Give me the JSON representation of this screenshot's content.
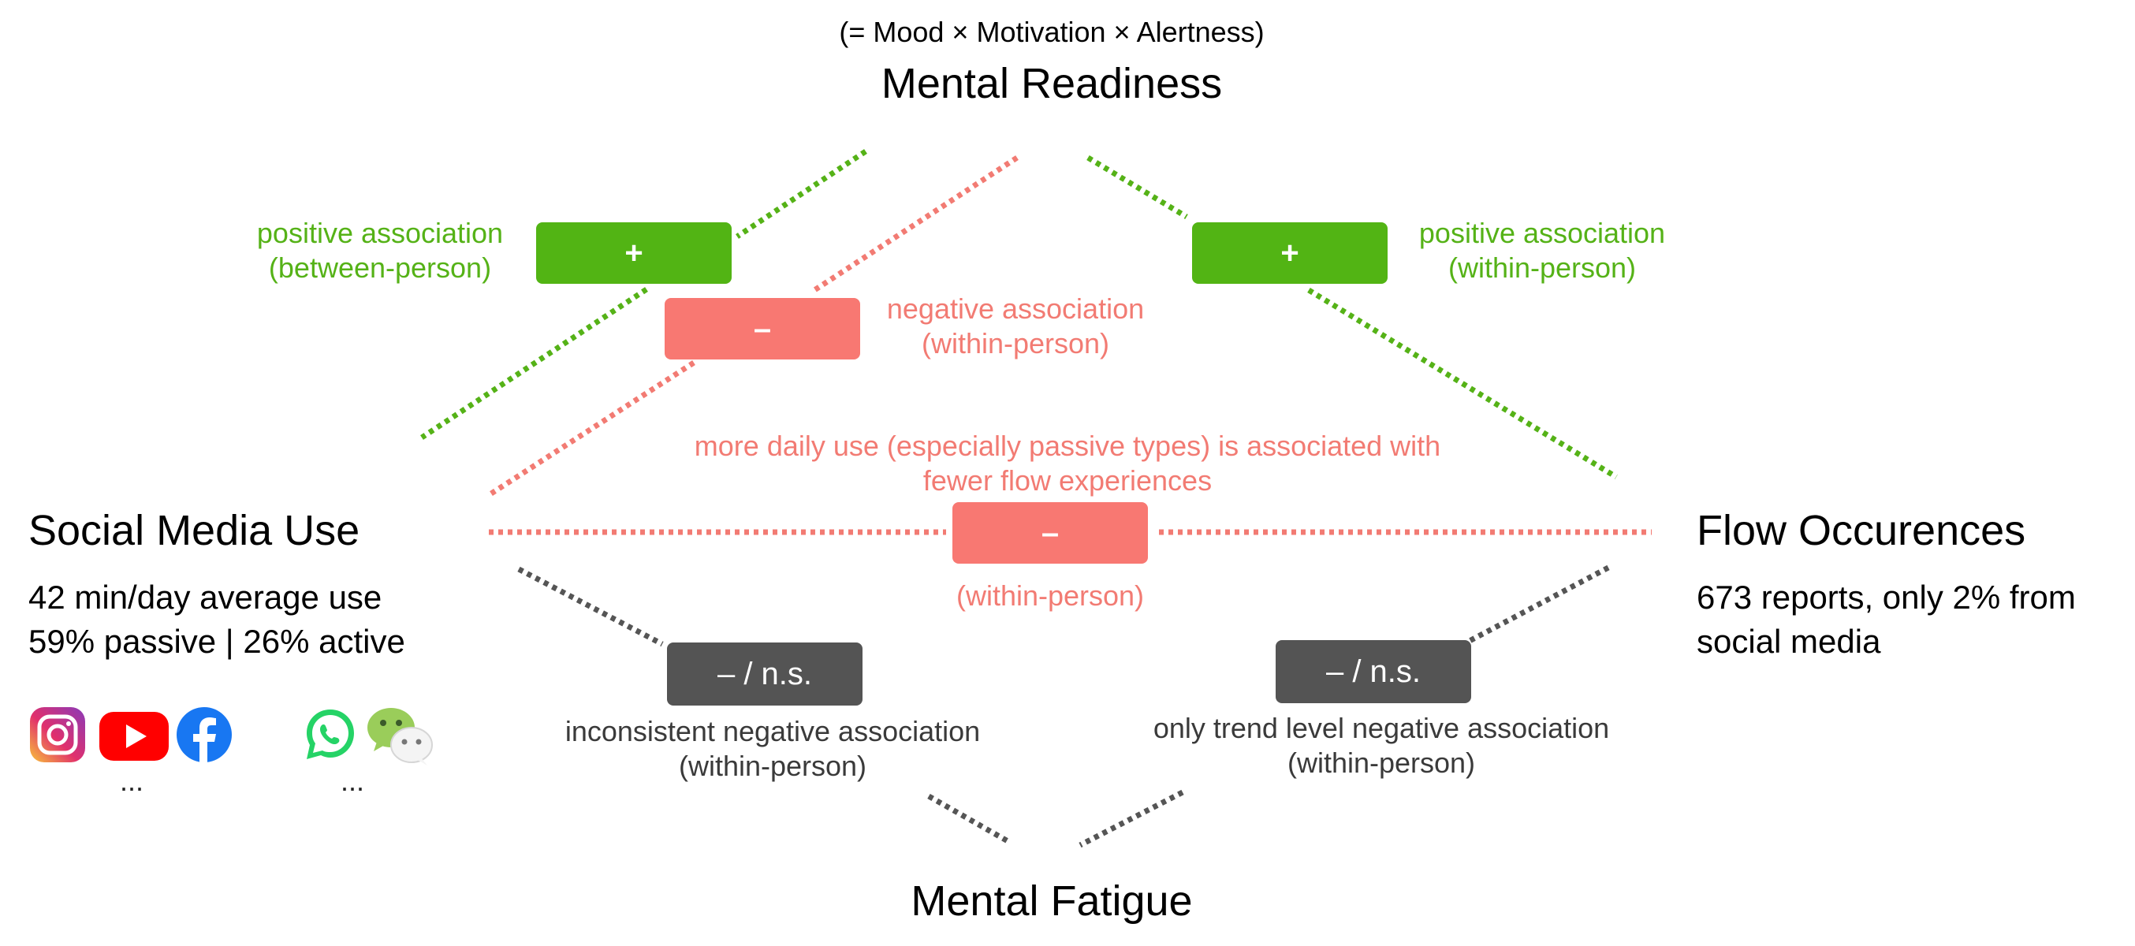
{
  "nodes": {
    "readiness": {
      "subtitle": "(= Mood × Motivation × Alertness)",
      "title": "Mental Readiness"
    },
    "social_media": {
      "title": "Social Media Use",
      "stat_1": "42 min/day average use",
      "stat_2": "59% passive | 26% active",
      "icons": [
        "instagram-icon",
        "youtube-icon",
        "facebook-icon",
        "whatsapp-icon",
        "wechat-icon"
      ],
      "ellipsis": "..."
    },
    "flow": {
      "title": "Flow Occurences",
      "stat_1": "673 reports, only 2% from",
      "stat_2": "social media"
    },
    "fatigue": {
      "title": "Mental Fatigue"
    }
  },
  "links": {
    "sm_readiness": {
      "sign": "+",
      "label_1": "positive association",
      "label_2": "(between-person)",
      "color": "#55b217"
    },
    "sm_readiness_within": {
      "sign": "–",
      "label_1": "negative association",
      "label_2": "(within-person)",
      "color": "#f27b73"
    },
    "readiness_flow": {
      "sign": "+",
      "label_1": "positive association",
      "label_2": "(within-person)",
      "color": "#55b217"
    },
    "sm_flow": {
      "sign": "–",
      "note_1": "more daily use (especially passive types) is associated with",
      "note_2": "fewer flow experiences",
      "label": "(within-person)",
      "color": "#f27b73"
    },
    "sm_fatigue": {
      "sign": "– / n.s.",
      "label_1": "inconsistent negative association",
      "label_2": "(within-person)",
      "color": "#3a3a3a"
    },
    "fatigue_flow": {
      "sign": "– / n.s.",
      "label_1": "only trend level negative association",
      "label_2": "(within-person)",
      "color": "#3a3a3a"
    }
  }
}
